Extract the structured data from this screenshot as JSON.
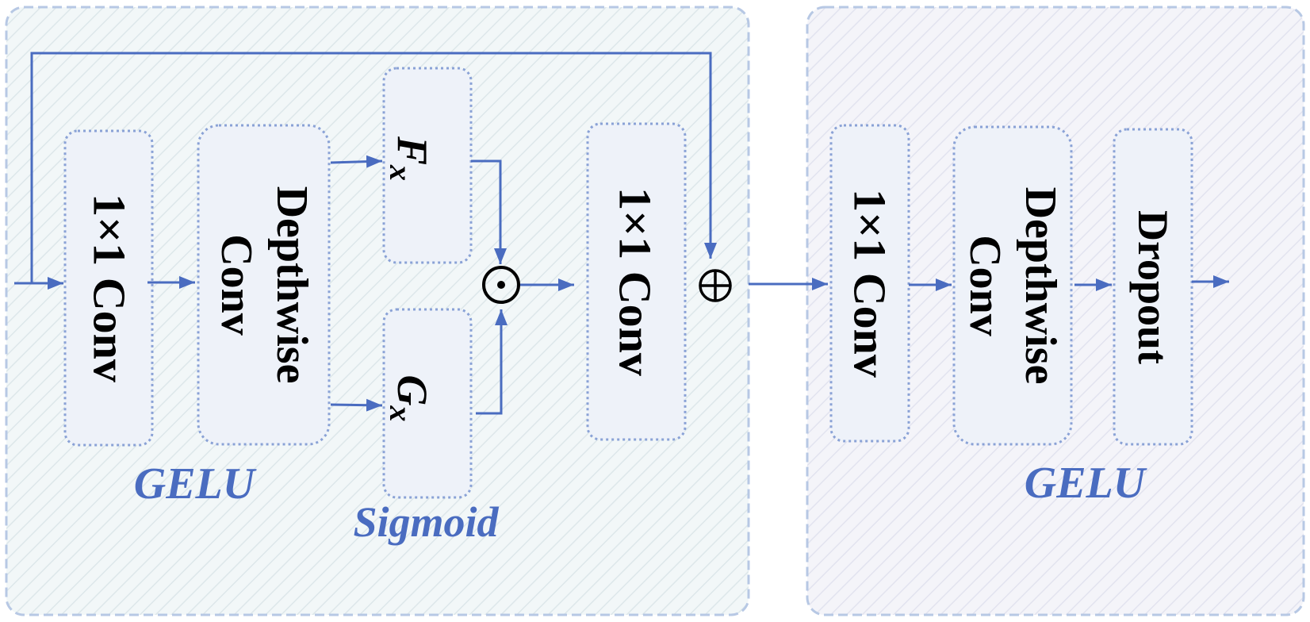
{
  "colors": {
    "accent": "#4a6cc0",
    "panel_border": "#b7c8e4",
    "box_border": "#8aa2d6",
    "left_panel_fill": "#f2f7f8",
    "right_panel_fill": "#f3f3f8",
    "box_fill": "#eef2f9",
    "hatch": "#dde7ea",
    "activation_text": "#4a6cc0"
  },
  "left_block": {
    "conv1": "1×1 Conv",
    "dwconv_line1": "Depthwise",
    "dwconv_line2": "Conv",
    "fx_main": "F",
    "fx_sub": "x",
    "gx_main": "G",
    "gx_sub": "x",
    "multiply_op": "⊙",
    "conv2": "1×1 Conv",
    "add_op": "⊕",
    "activation_gelu": "GELU",
    "activation_sigmoid": "Sigmoid"
  },
  "right_block": {
    "conv1": "1×1 Conv",
    "dwconv_line1": "Depthwise",
    "dwconv_line2": "Conv",
    "dropout": "Dropout",
    "activation_gelu": "GELU"
  }
}
